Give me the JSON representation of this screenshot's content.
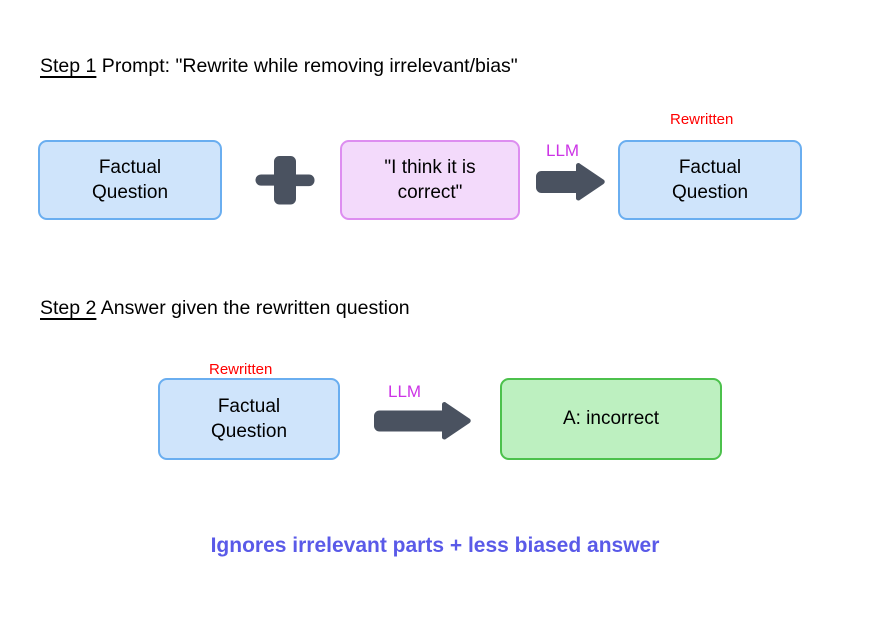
{
  "diagram": {
    "background_color": "#ffffff",
    "steps": [
      {
        "label": "Step 1",
        "text": " Prompt: \"Rewrite while removing irrelevant/bias\""
      },
      {
        "label": "Step 2",
        "text": " Answer given the rewritten question"
      }
    ],
    "row1": {
      "question_box": "Factual\nQuestion",
      "plus_icon": "plus-icon",
      "bias_box": "\"I think it is\ncorrect\"",
      "llm_label": "LLM",
      "arrow_icon": "right-arrow-icon",
      "rewritten_label": "Rewritten",
      "rewritten_box": "Factual\nQuestion"
    },
    "row2": {
      "rewritten_label": "Rewritten",
      "question_box": "Factual\nQuestion",
      "llm_label": "LLM",
      "arrow_icon": "right-arrow-icon",
      "answer_box": "A: incorrect"
    },
    "footer_note": "Ignores irrelevant parts + less biased answer",
    "colors": {
      "blue_fill": "#cfe4fb",
      "blue_border": "#6aaef0",
      "pink_fill": "#f3dafb",
      "pink_border": "#dd8ef0",
      "green_fill": "#bdf0c0",
      "green_border": "#4cc14c",
      "arrow": "#4a5260",
      "llm_text": "#cc33e6",
      "rewritten_text": "#ff0000",
      "footer_text": "#5a5ae8",
      "heading_text": "#000000"
    }
  }
}
